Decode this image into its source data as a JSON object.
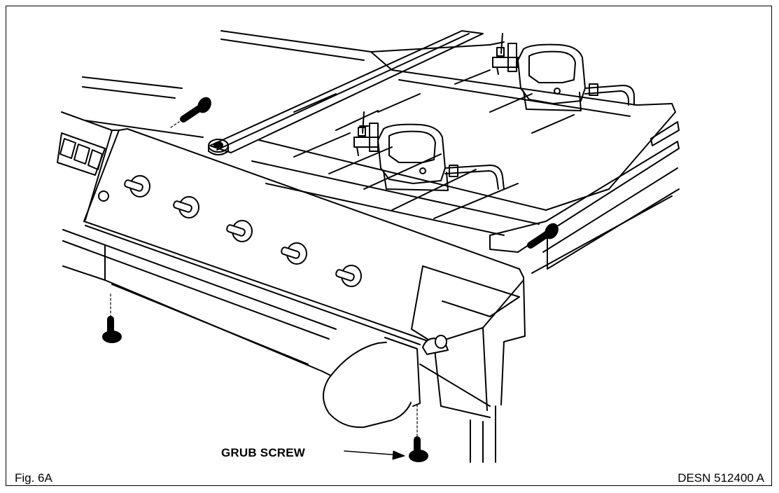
{
  "figure": {
    "label": "Fig. 6A",
    "reference": "DESN 512400 A"
  },
  "callouts": {
    "grub_screw": "GRUB SCREW"
  },
  "colors": {
    "ink": "#000000",
    "paper": "#ffffff"
  }
}
